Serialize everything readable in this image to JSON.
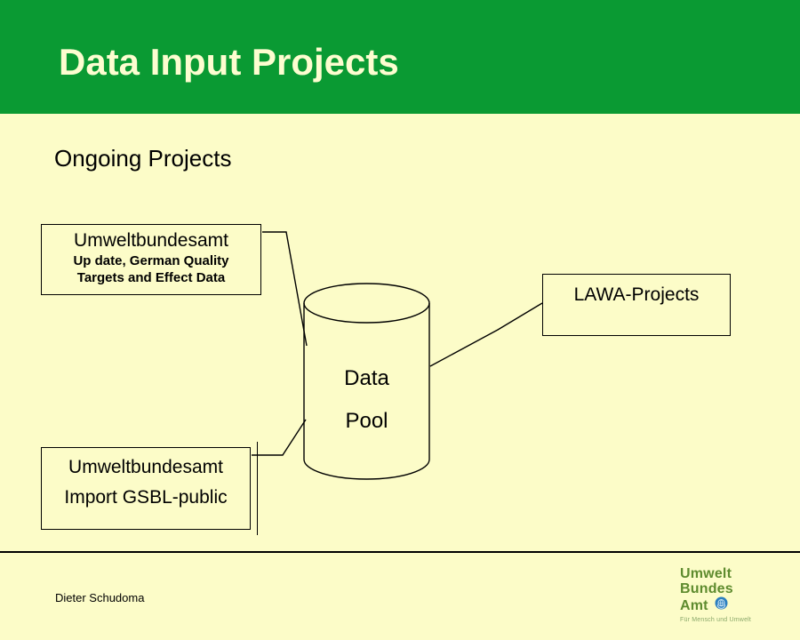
{
  "slide": {
    "title": "Data Input Projects",
    "subtitle": "Ongoing Projects",
    "header_color": "#0A9A33",
    "background_color": "#FCFCC8",
    "title_color": "#FDFDD0"
  },
  "diagram": {
    "boxes": [
      {
        "id": "umweltbundesamt-update",
        "title": "Umweltbundesamt",
        "detail_line_1": "Up date, German Quality",
        "detail_line_2": "Targets and Effect Data"
      },
      {
        "id": "lawa-projects",
        "title": "LAWA-Projects"
      },
      {
        "id": "umweltbundesamt-import",
        "title": "Umweltbundesamt",
        "detail_line_1": "Import GSBL-public"
      }
    ],
    "cylinder": {
      "id": "data-pool",
      "label_line_1": "Data",
      "label_line_2": "Pool"
    },
    "connectors": [
      {
        "from": "umweltbundesamt-update",
        "to": "data-pool"
      },
      {
        "from": "umweltbundesamt-import",
        "to": "data-pool"
      },
      {
        "from": "data-pool",
        "to": "lawa-projects"
      }
    ]
  },
  "footer": {
    "author": "Dieter Schudoma"
  },
  "logo": {
    "line_1": "Umwelt",
    "line_2": "Bundes",
    "line_3": "Amt",
    "tagline": "Für Mensch und Umwelt",
    "text_color": "#5E8B2E",
    "emblem_color": "#2C7FBF",
    "emblem_name": "globe-laurel-emblem"
  }
}
